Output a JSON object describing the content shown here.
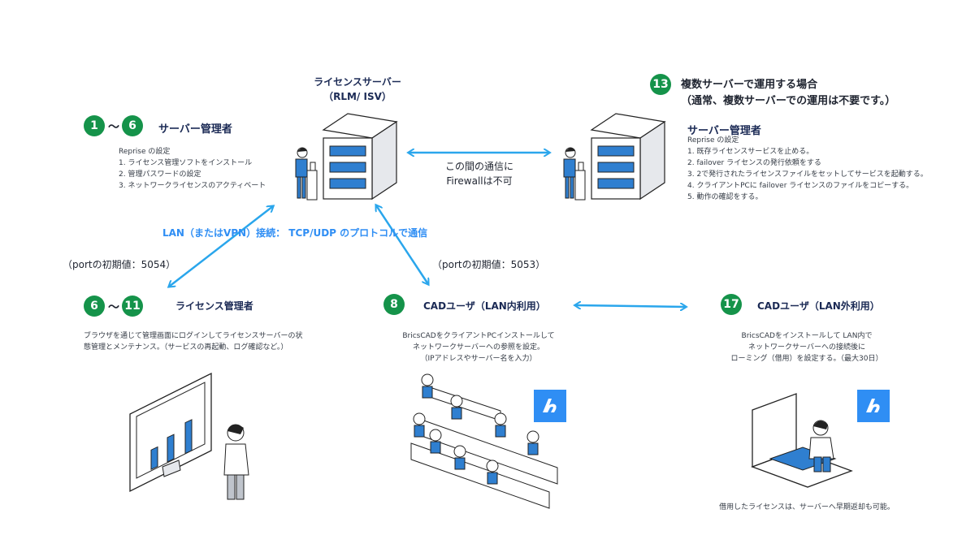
{
  "server_main": {
    "title": "ライセンスサーバー",
    "subtitle": "（RLM/ ISV）"
  },
  "admin_block": {
    "badge_start": "1",
    "tilde": "～",
    "badge_end": "6",
    "title": "サーバー管理者",
    "subtitle": "Reprise の設定",
    "items": [
      "1. ライセンス管理ソフトをインストール",
      "2. 管理パスワードの設定",
      "3. ネットワークライセンスのアクティベート"
    ]
  },
  "multi_server": {
    "badge": "13",
    "title": "複数サーバーで運用する場合",
    "note": "（通常、複数サーバーでの運用は不要です。）",
    "admin_title": "サーバー管理者",
    "subtitle": "Reprise の設定",
    "items": [
      "1. 既存ライセンスサービスを止める。",
      "2. failover ライセンスの発行依頼をする",
      "3. 2で発行されたライセンスファイルをセットしてサービスを起動する。",
      "4. クライアントPCに failover ライセンスのファイルをコピーする。",
      "5. 動作の確認をする。"
    ]
  },
  "between_servers": {
    "line1": "この間の通信に",
    "line2": "Firewallは不可"
  },
  "lan_note": "LAN（またはVPN）接続： TCP/UDP のプロトコルで通信",
  "port_left": "（portの初期値：5054）",
  "port_right": "（portの初期値：5053）",
  "license_admin": {
    "badge_start": "6",
    "tilde": "～",
    "badge_end": "11",
    "title": "ライセンス管理者",
    "desc": [
      "ブラウザを通じて管理画面にログインしてライセンスサーバーの状",
      "態管理とメンテナンス。（サービスの再起動、ログ確認など。）"
    ]
  },
  "cad_lan": {
    "badge": "8",
    "title": "CADユーザ（LAN内利用）",
    "desc": [
      "BricsCADをクライアントPCインストールして",
      "ネットワークサーバーへの参照を設定。",
      "（IPアドレスやサーバー名を入力）"
    ]
  },
  "cad_out": {
    "badge": "17",
    "title": "CADユーザ（LAN外利用）",
    "desc": [
      "BricsCADをインストールして LAN内で",
      "ネットワークサーバーへの接続後に",
      "ローミング（借用）を設定する。（最大30日）"
    ],
    "footer": "借用したライセンスは、サーバーへ早期返却も可能。"
  },
  "colors": {
    "accent_blue": "#2aa6ec",
    "badge_green": "#15934a",
    "heading_navy": "#1b2a55",
    "brics_blue": "#2f8ef4"
  }
}
